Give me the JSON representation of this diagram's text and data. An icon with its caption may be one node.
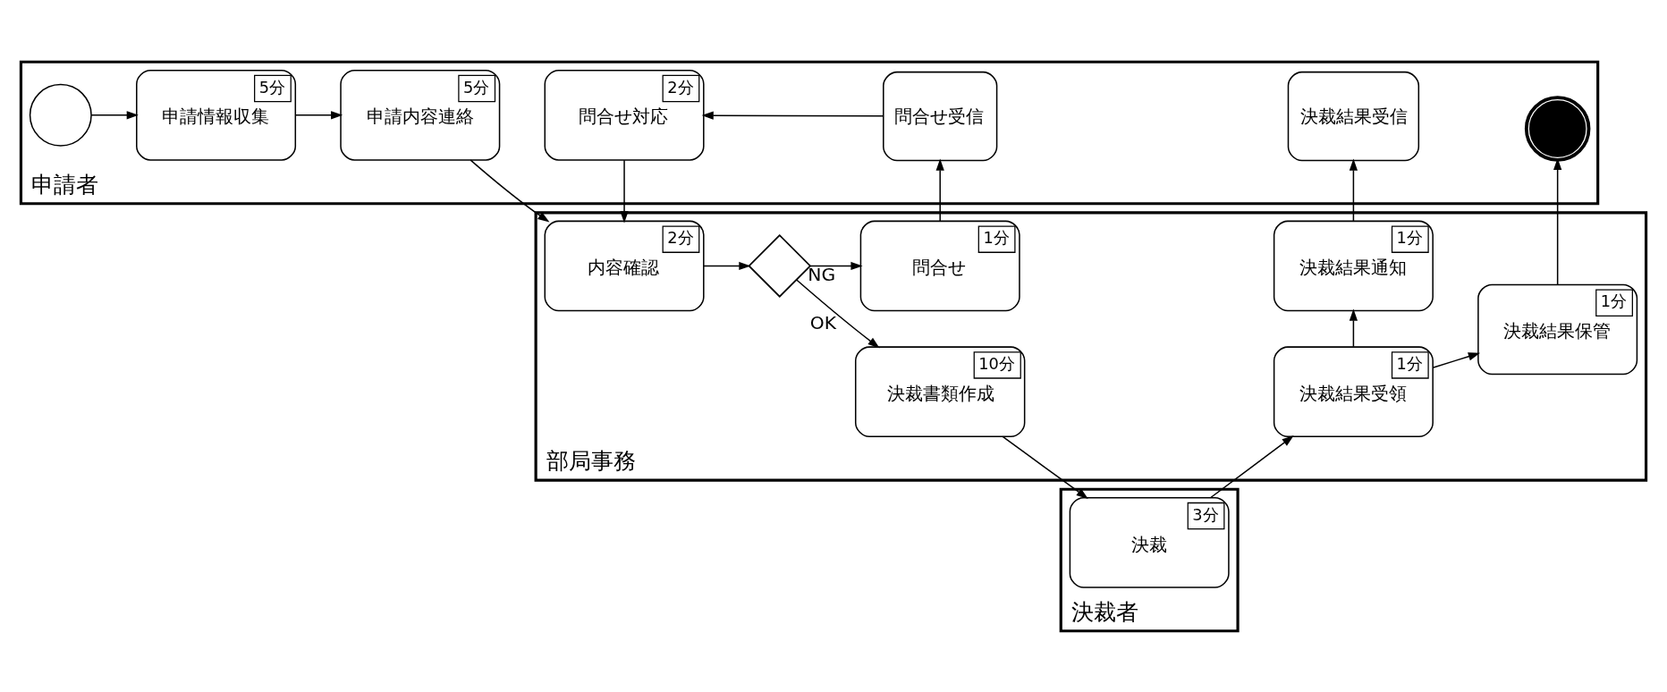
{
  "diagram": {
    "nodes": [
      {
        "text": [
          "申請者"
        ]
      },
      {
        "text": [
          "部局事務"
        ]
      },
      {
        "text": [
          "決裁者"
        ]
      },
      {
        "text": [],
        "shape": "circle",
        "in": 0
      },
      {
        "text": [
          "5分",
          "申請情報収集"
        ],
        "in": 0
      },
      {
        "text": [
          "5分",
          "申請内容連絡"
        ],
        "in": 0
      },
      {
        "text": [
          "2分",
          "問合せ対応"
        ],
        "in": 0
      },
      {
        "text": [
          "問合せ受信"
        ],
        "in": 0
      },
      {
        "text": [
          "決裁結果受信"
        ],
        "in": 0
      },
      {
        "text": [],
        "shape": "circle",
        "in": 0
      },
      {
        "text": [
          "2分",
          "内容確認"
        ],
        "in": 1
      },
      {
        "text": [],
        "shape": "diamond",
        "in": 1
      },
      {
        "text": [
          "1分",
          "問合せ"
        ],
        "in": 1
      },
      {
        "text": [
          "1分",
          "決裁結果通知"
        ],
        "in": 1
      },
      {
        "text": [
          "10分",
          "決裁書類作成"
        ],
        "in": 1
      },
      {
        "text": [
          "1分",
          "決裁結果受領"
        ],
        "in": 1
      },
      {
        "text": [
          "1分",
          "決裁結果保管"
        ],
        "in": 1
      },
      {
        "text": [
          "3分",
          "決裁"
        ],
        "in": 2
      }
    ],
    "edges": [
      {
        "from": 3,
        "to": 4,
        "arrow": "to"
      },
      {
        "from": 4,
        "to": 5,
        "arrow": "to"
      },
      {
        "from": 5,
        "to": 10,
        "arrow": "to"
      },
      {
        "from": 7,
        "to": 6,
        "arrow": "to"
      },
      {
        "from": 6,
        "to": 10,
        "arrow": "to"
      },
      {
        "from": 10,
        "to": 11,
        "arrow": "to"
      },
      {
        "from": 11,
        "to": 14,
        "arrow": "to",
        "label": "OK"
      },
      {
        "from": 11,
        "to": 12,
        "arrow": "to",
        "label": "NG"
      },
      {
        "from": 12,
        "to": 7,
        "arrow": "to"
      },
      {
        "from": 14,
        "to": 17,
        "arrow": "to"
      },
      {
        "from": 17,
        "to": 15,
        "arrow": "to"
      },
      {
        "from": 15,
        "to": 13,
        "arrow": "to"
      },
      {
        "from": 13,
        "to": 8,
        "arrow": "to"
      },
      {
        "from": 15,
        "to": 16,
        "arrow": "to"
      },
      {
        "from": 16,
        "to": 9,
        "arrow": "to"
      }
    ]
  }
}
